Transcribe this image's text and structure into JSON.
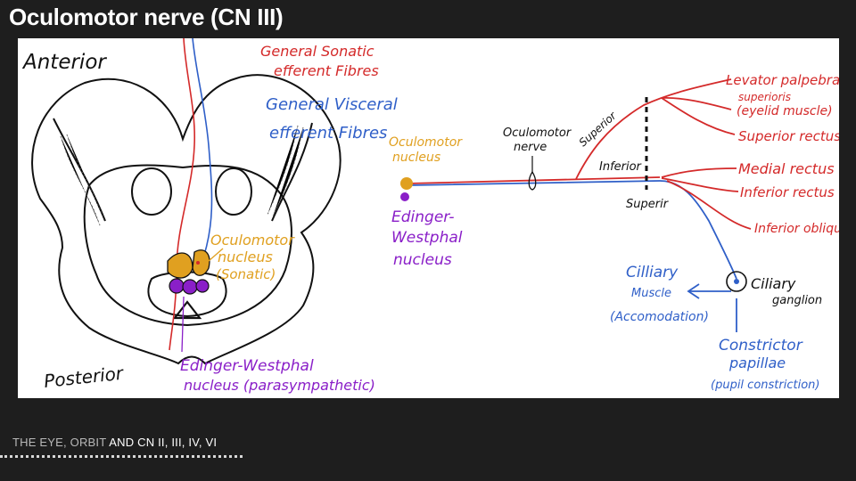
{
  "header": {
    "title": "Oculomotor nerve (CN III)"
  },
  "colors": {
    "somatic": "#d42a2a",
    "visceral": "#2f5fc8",
    "oculomotor_nucleus": "#e0a020",
    "edinger_westphal": "#8a1fc8",
    "outline": "#111111",
    "background": "#1e1e1e"
  },
  "cross_section": {
    "anterior_label": "Anterior",
    "posterior_label": "Posterior",
    "somatic_label_1": "General Sonatic",
    "somatic_label_2": "efferent Fibres",
    "visceral_label_1": "General Visceral",
    "visceral_label_2": "efferent Fibres",
    "om_nucleus_label_1": "Oculomotor",
    "om_nucleus_label_2": "nucleus",
    "om_nucleus_label_3": "(Sonatic)",
    "ew_label_1": "Edinger-Westphal",
    "ew_label_2": "nucleus (parasympathetic)"
  },
  "pathway": {
    "om_nucleus_1": "Oculomotor",
    "om_nucleus_2": "nucleus",
    "ew_1": "Edinger-",
    "ew_2": "Westphal",
    "ew_3": "nucleus",
    "nerve_1": "Oculomotor",
    "nerve_2": "nerve",
    "superior_upper": "Superior",
    "inferior": "Inferior",
    "superior_lower": "Superir",
    "lps_1": "Levator palpebrae",
    "lps_2": "superioris",
    "lps_3": "(eyelid muscle)",
    "superior_rectus": "Superior rectus",
    "medial_rectus": "Medial rectus",
    "inferior_rectus": "Inferior rectus",
    "inferior_oblique": "Inferior oblique",
    "ciliary_ganglion_1": "Ciliary",
    "ciliary_ganglion_2": "ganglion",
    "ciliary_muscle_1": "Cilliary",
    "ciliary_muscle_2": "Muscle",
    "ciliary_muscle_3": "(Accomodation)",
    "constrictor_1": "Constrictor",
    "constrictor_2": "papillae",
    "constrictor_3": "(pupil constriction)"
  },
  "footer": {
    "part1": "THE EYE, ORBIT",
    "part2": "AND CN II, III, IV, VI"
  }
}
